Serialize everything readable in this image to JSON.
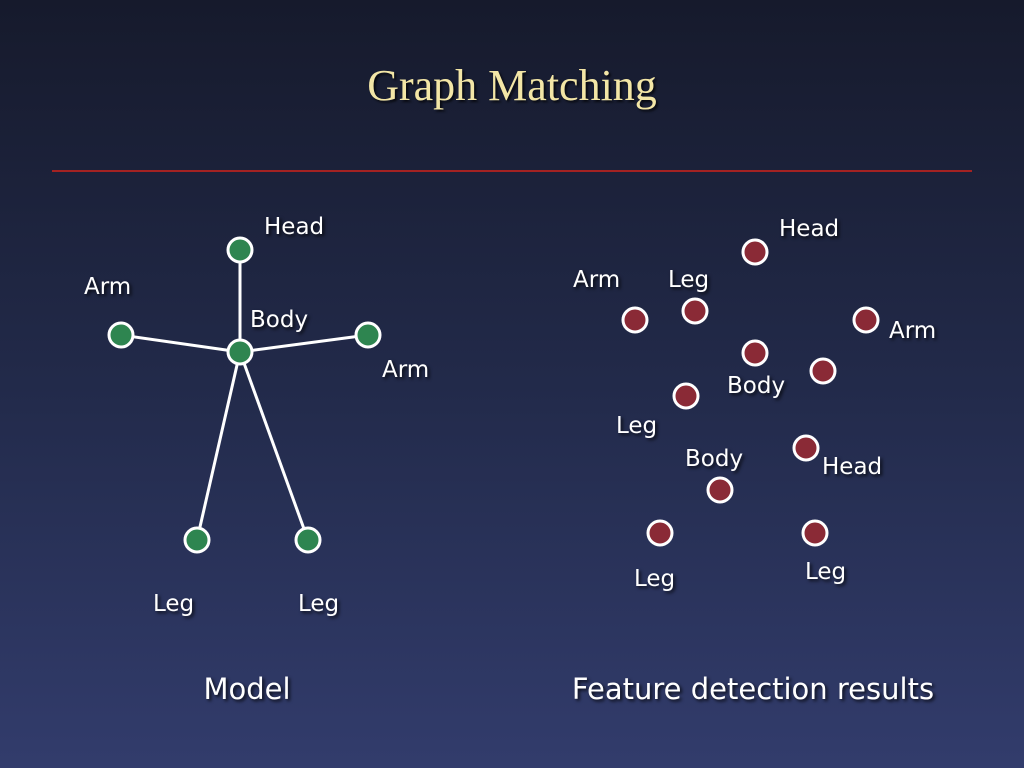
{
  "title": "Graph Matching",
  "colors": {
    "title": "#f3e6a6",
    "rule": "#a32222",
    "model_node": "#2e8550",
    "feature_node": "#8a2a36",
    "label": "#ffffff"
  },
  "model": {
    "caption": "Model",
    "nodes": {
      "head": "Head",
      "body": "Body",
      "arm_left": "Arm",
      "arm_right": "Arm",
      "leg_left": "Leg",
      "leg_right": "Leg"
    }
  },
  "features": {
    "caption": "Feature detection results",
    "labels": [
      "Head",
      "Arm",
      "Leg",
      "Arm",
      "Body",
      "Leg",
      "Body",
      "Head",
      "Leg",
      "Leg"
    ]
  }
}
